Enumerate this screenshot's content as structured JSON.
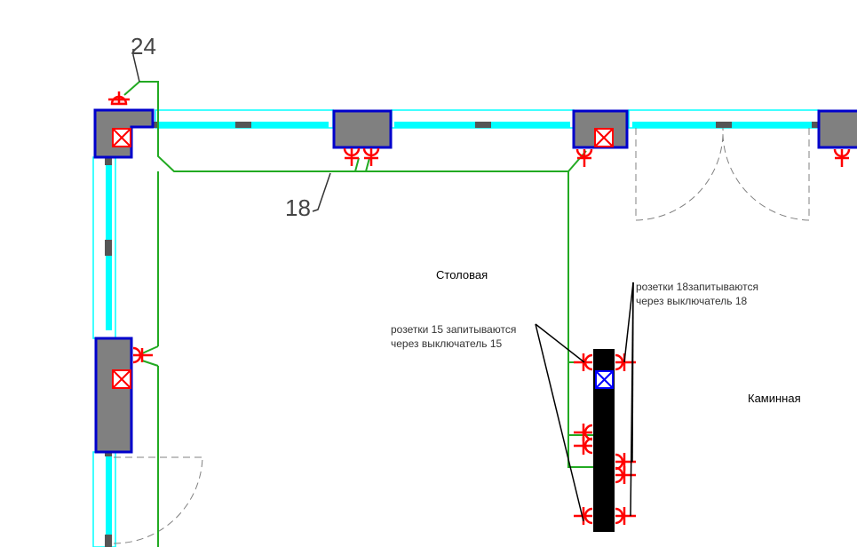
{
  "labels": {
    "num_24": "24",
    "num_18": "18",
    "room_dining": "Столовая",
    "room_fireplace": "Каминная",
    "note15_line1": "розетки 15 запитываются",
    "note15_line2": "через выключатель 15",
    "note18_line1": "розетки 18запитываются",
    "note18_line2": "через выключатель 18"
  },
  "colors": {
    "wall_fill": "#808080",
    "wall_border": "#0000cc",
    "window_glass": "#00ffff",
    "wire": "#22aa22",
    "socket": "#ff0000",
    "leader": "#000000",
    "door_line": "#808080",
    "partition": "#000000",
    "fixture_box": "#0000ff"
  }
}
